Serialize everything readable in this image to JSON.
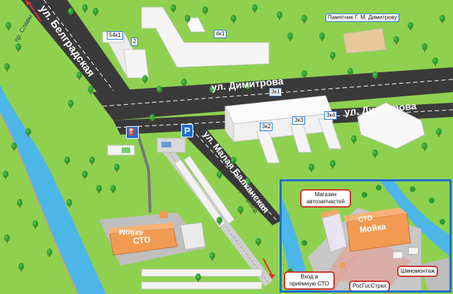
{
  "streets": {
    "belgradskaya": "ул. Белградская",
    "dimitrova_1": "ул. Димитрова",
    "dimitrova_2": "ул. Димитрова",
    "malaya_balkanskaya": "ул. Малая Балканская",
    "slavy": "пр. Славы и ул. Турку",
    "dunaysky": "Дунайский путепровод"
  },
  "buildings": {
    "b54k1": "54к1",
    "b2": "2",
    "b4k1": "4к1",
    "b3k1": "3к1",
    "b3k2": "3к2",
    "b3k3": "3к3",
    "b3k4": "3к4"
  },
  "monument": "Памятник Г. М. Димитрову",
  "main_site": {
    "sto": "СТО",
    "moyka": "Мойка"
  },
  "inset": {
    "magazin": "Магазин автозапчастей",
    "vkhod": "Вход в приёмную СТО",
    "shinomontazh": "Шиномонтаж",
    "rosgosstrakh": "РосГосСтрах",
    "sto": "СТО",
    "moyka": "Мойка"
  },
  "icons": [
    "fuel-icon",
    "parking-icon",
    "direction-arrow-icon"
  ],
  "colors": {
    "grass": "#8fd14f",
    "water": "#4db6e8",
    "road": "#3a3a3a",
    "building": "#f4f4f4",
    "accent_red": "#c8382c",
    "inset_border": "#1e6fd0"
  }
}
